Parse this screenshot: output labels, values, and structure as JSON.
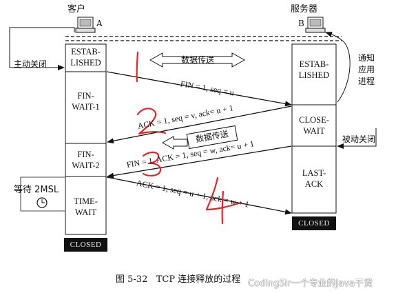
{
  "hosts": {
    "client": {
      "label": "客户",
      "letter": "A"
    },
    "server": {
      "label": "服务器",
      "letter": "B"
    }
  },
  "client_states": {
    "established": "ESTAB-\nLISHED",
    "fin_wait_1": "FIN-\nWAIT-1",
    "fin_wait_2": "FIN-\nWAIT-2",
    "time_wait": "TIME-\nWAIT",
    "closed": "CLOSED"
  },
  "server_states": {
    "established": "ESTAB-\nLISHED",
    "close_wait": "CLOSE-\nWAIT",
    "last_ack": "LAST-\nACK",
    "closed": "CLOSED"
  },
  "side_labels": {
    "active_close": "主动关闭",
    "notify_app": "通知\n应用\n进程",
    "passive_close": "被动关闭",
    "wait_2msl": "等待 2MSL"
  },
  "data_transfer_boxes": [
    "数据传送",
    "数据传送"
  ],
  "segments": [
    {
      "text": "FIN = 1, seq = u"
    },
    {
      "text": "ACK = 1, seq = v, ack= u + 1"
    },
    {
      "text": "FIN = 1, ACK = 1, seq = w, ack= u + 1"
    },
    {
      "text": "ACK = 1, seq = u + 1, ack = w + 1"
    }
  ],
  "handwritten_numbers": [
    "1",
    "2",
    "3",
    "4"
  ],
  "caption": "图 5-32   TCP 连接释放的过程",
  "watermark": "CodingSir一个专业的Java干货",
  "colors": {
    "handwriting": "#e8242a",
    "line": "#111111",
    "closed_bg": "#111111"
  }
}
